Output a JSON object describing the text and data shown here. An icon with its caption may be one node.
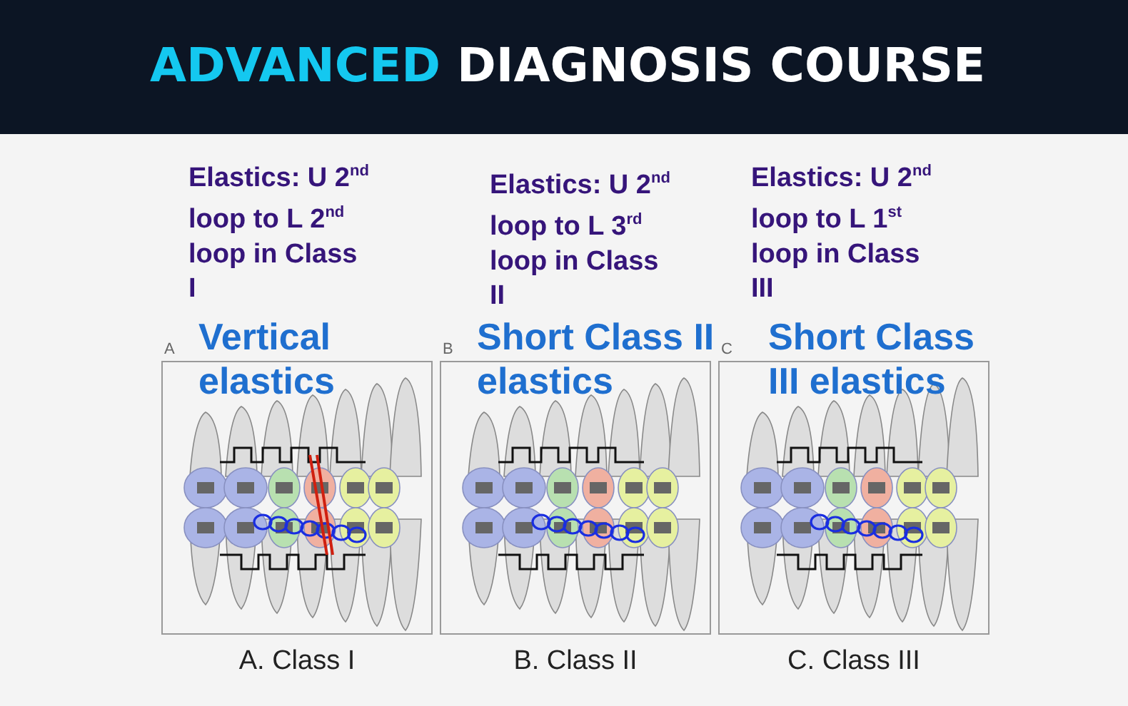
{
  "diagram": {
    "title": "ADVANCED DIAGNOSIS COURSE",
    "nodes": [
      {
        "text": [
          "Vertical elastics"
        ],
        "beside": [
          "Elastics: U 2$^{nd}$ loop to L 2$^{nd}$ loop in Class I",
          "A",
          "A. Class I"
        ]
      },
      {
        "text": [
          "Short Class II elastics"
        ],
        "beside": [
          "Elastics: U 2$^{nd}$ loop to L 3$^{rd}$ loop in Class II",
          "B",
          "B. Class II"
        ]
      },
      {
        "text": [
          "Short Class III elastics"
        ],
        "beside": [
          "Elastics: U 2$^{nd}$ loop to L 1$^{st}$ loop in Class III",
          "C",
          "C. Class III"
        ]
      }
    ],
    "edges": []
  }
}
